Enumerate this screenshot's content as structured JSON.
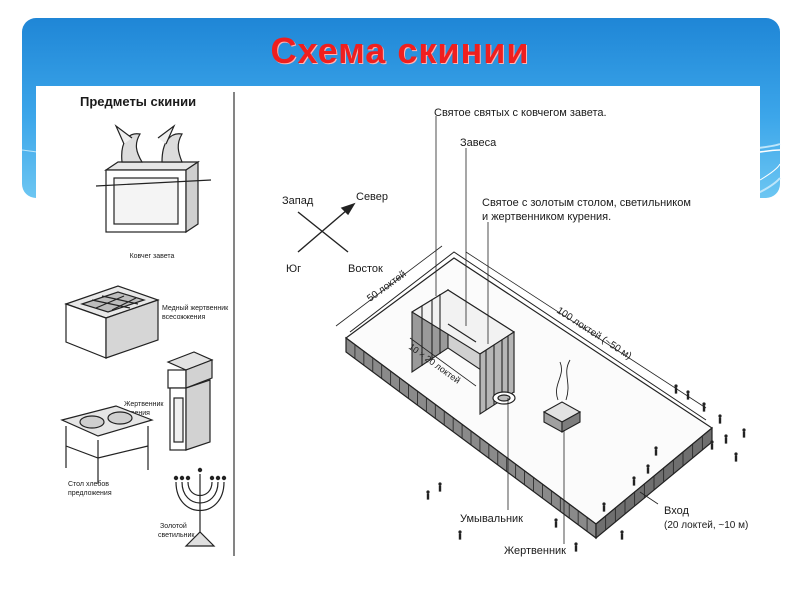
{
  "title": "Схема скинии",
  "colors": {
    "banner_top": "#1f86d6",
    "banner_bottom": "#6cc6f2",
    "title": "#ef1f1f",
    "ink": "#1a1a1a"
  },
  "objects_panel": {
    "heading": "Предметы скинии",
    "ark": "Ковчег завета",
    "altar_line1": "Медный жертвенник",
    "altar_line2": "всесожжения",
    "incense_line1": "Жертвенник",
    "incense_line2": "курения",
    "table_line1": "Стол хлебов",
    "table_line2": "предложения",
    "lamp_line1": "Золотой",
    "lamp_line2": "светильник"
  },
  "compass": {
    "west": "Запад",
    "north": "Север",
    "south": "Юг",
    "east": "Восток"
  },
  "labels": {
    "holy_of_holies": "Святое святых с ковчегом завета.",
    "veil": "Завеса",
    "holy_line1": "Святое с золотым столом, светильником",
    "holy_line2": "и жертвенником курения.",
    "width": "50 локтей",
    "length": "100 локтей (~50 м)",
    "tent_size": "10 × 20 локтей",
    "laver": "Умывальник",
    "altar": "Жертвенник",
    "entrance_line1": "Вход",
    "entrance_line2": "(20 локтей, ~10 м)"
  }
}
